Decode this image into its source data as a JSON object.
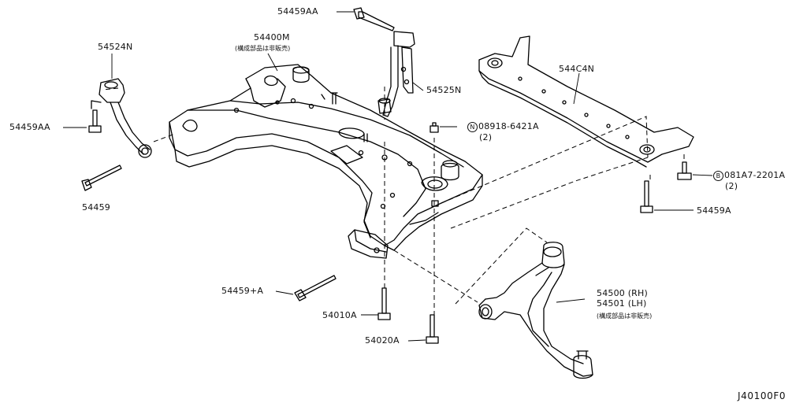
{
  "diagram_id": "J40100F0",
  "labels": {
    "p54459AA_top": "54459AA",
    "p54400M": "54400M",
    "p54400M_note": "(構成部品は非販売)",
    "p54524N": "54524N",
    "p54459AA_left": "54459AA",
    "p54459": "54459",
    "p54525N": "54525N",
    "p08918": "08918-6421A",
    "p08918_qty": "(2)",
    "p08918_marker": "N",
    "p544C4N": "544C4N",
    "p081A7": "081A7-2201A",
    "p081A7_qty": "(2)",
    "p081A7_marker": "B",
    "p54459A": "54459A",
    "p54459plusA": "54459+A",
    "p54010A": "54010A",
    "p54020A": "54020A",
    "p54500": "54500 (RH)",
    "p54501": "54501 (LH)",
    "p5450x_note": "(構成部品は非販売)"
  }
}
